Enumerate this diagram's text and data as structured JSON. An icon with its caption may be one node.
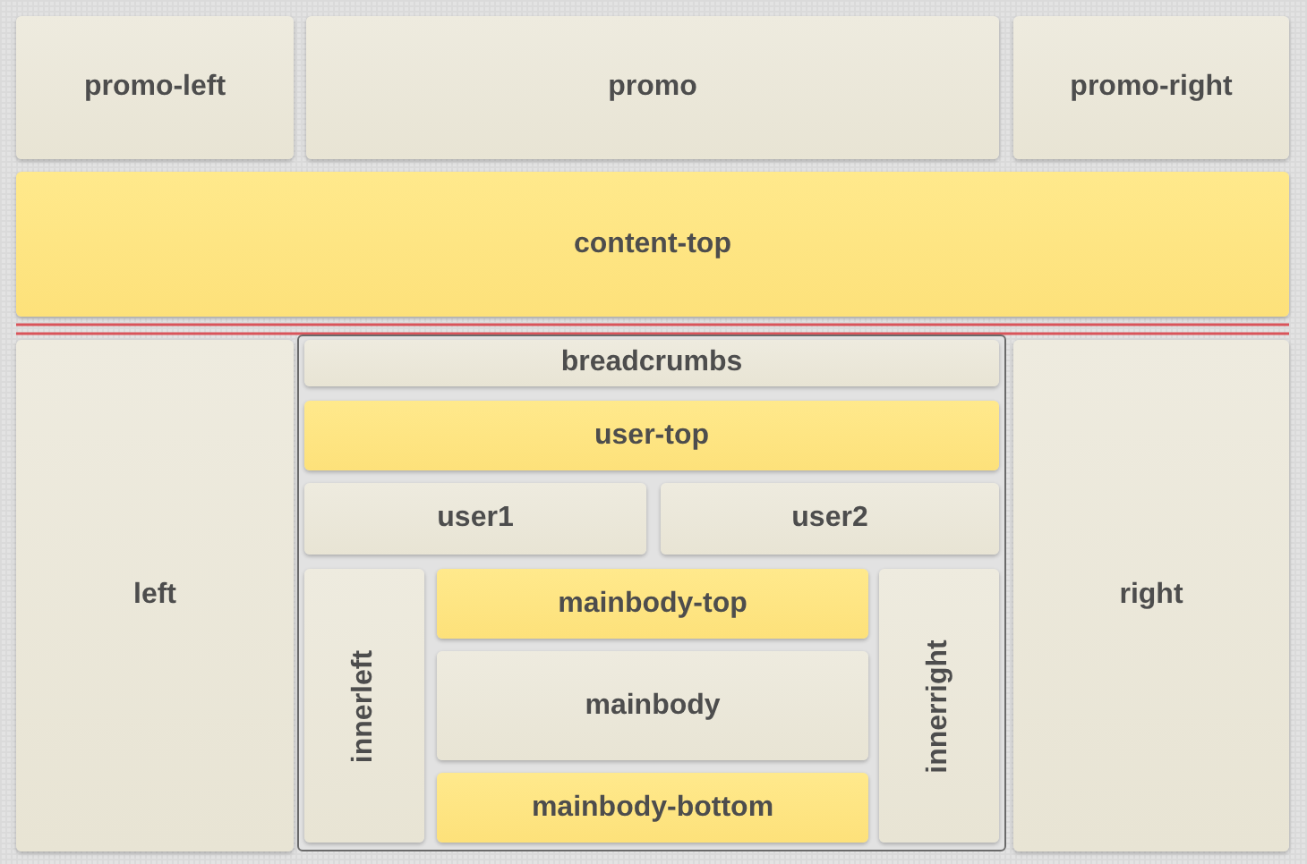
{
  "diagram": {
    "nodes": [
      {
        "text": [
          "promo-left"
        ]
      },
      {
        "text": [
          "promo"
        ]
      },
      {
        "text": [
          "promo-right"
        ]
      },
      {
        "text": [
          "content-top"
        ]
      },
      {
        "text": [
          "left"
        ]
      },
      {
        "text": [],
        "shape": "box"
      },
      {
        "text": [
          "breadcrumbs"
        ],
        "in": 5
      },
      {
        "text": [
          "user-top"
        ],
        "in": 5
      },
      {
        "text": [
          "user1"
        ],
        "in": 5
      },
      {
        "text": [
          "user2"
        ],
        "in": 5
      },
      {
        "text": [
          "innerleft"
        ],
        "in": 5
      },
      {
        "text": [
          "mainbody-top"
        ],
        "in": 5
      },
      {
        "text": [
          "mainbody"
        ],
        "in": 5
      },
      {
        "text": [
          "mainbody-bottom"
        ],
        "in": 5
      },
      {
        "text": [
          "innerright"
        ],
        "in": 5
      },
      {
        "text": [
          "right"
        ]
      }
    ]
  }
}
